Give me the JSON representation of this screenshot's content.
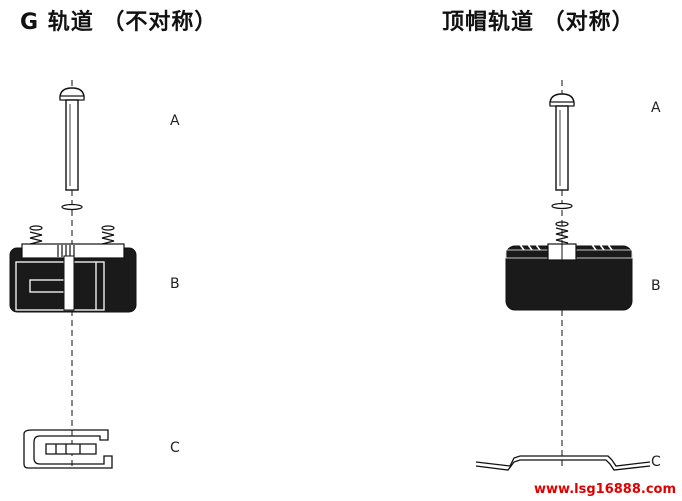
{
  "titles": {
    "left": "G 轨道 （不对称）",
    "right": "顶帽轨道 （对称）"
  },
  "left_labels": {
    "a": "A",
    "b": "B",
    "c": "C"
  },
  "right_labels": {
    "a": "A",
    "b": "B",
    "c": "C"
  },
  "watermark": "www.lsg16888.com",
  "colors": {
    "line": "#111111",
    "module_fill": "#1a1a1a",
    "watermark": "#e00000"
  }
}
